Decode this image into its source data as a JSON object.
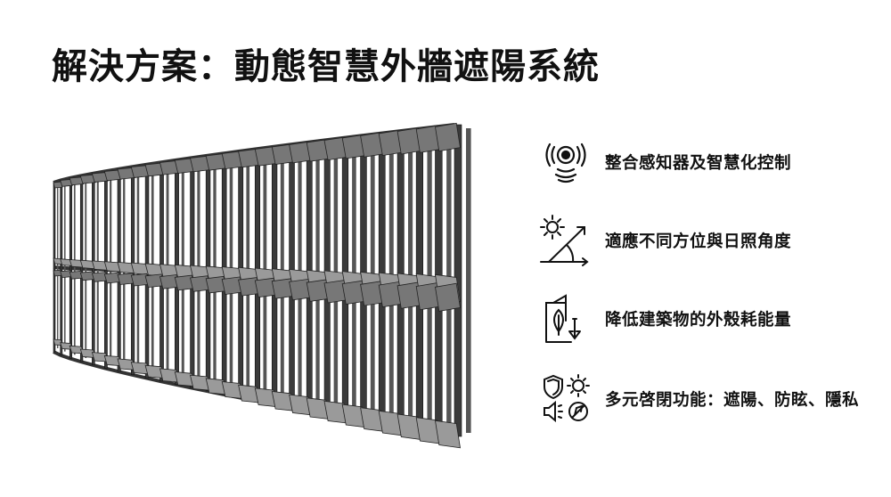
{
  "title": "解決方案：動態智慧外牆遮陽系統",
  "features": [
    {
      "icon": "sensor-camera-icon",
      "label": "整合感知器及智慧化控制"
    },
    {
      "icon": "sun-angle-icon",
      "label": "適應不同方位與日照角度"
    },
    {
      "icon": "building-leaf-energy-down-icon",
      "label": "降低建築物的外殼耗能量"
    },
    {
      "icon": "shield-sun-sound-privacy-icon",
      "label": "多元啓閉功能：遮陽、防眩、隱私"
    }
  ]
}
